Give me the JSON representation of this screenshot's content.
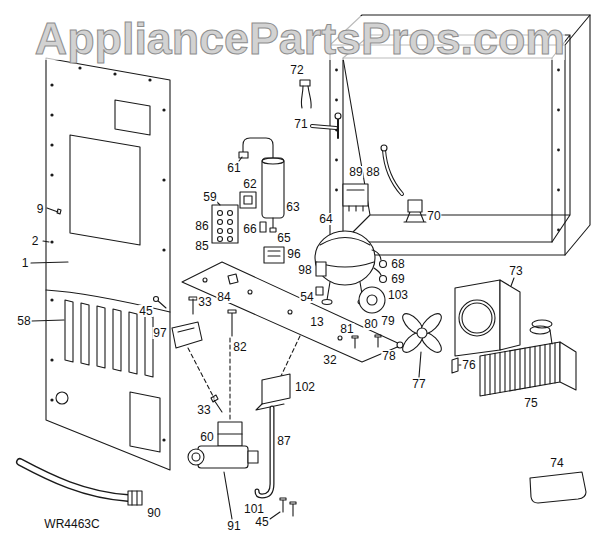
{
  "diagram": {
    "labels": [
      "AppliancePartsPros.com",
      "72",
      "71",
      "61",
      "89",
      "88",
      "62",
      "59",
      "9",
      "63",
      "70",
      "64",
      "86",
      "66",
      "65",
      "2",
      "85",
      "96",
      "1",
      "68",
      "98",
      "73",
      "69",
      "103",
      "84",
      "54",
      "33",
      "45",
      "58",
      "80",
      "79",
      "13",
      "81",
      "97",
      "82",
      "32",
      "78",
      "76",
      "77",
      "102",
      "75",
      "33",
      "60",
      "87",
      "74",
      "101",
      "90",
      "45",
      "91",
      "WR4463C"
    ]
  }
}
